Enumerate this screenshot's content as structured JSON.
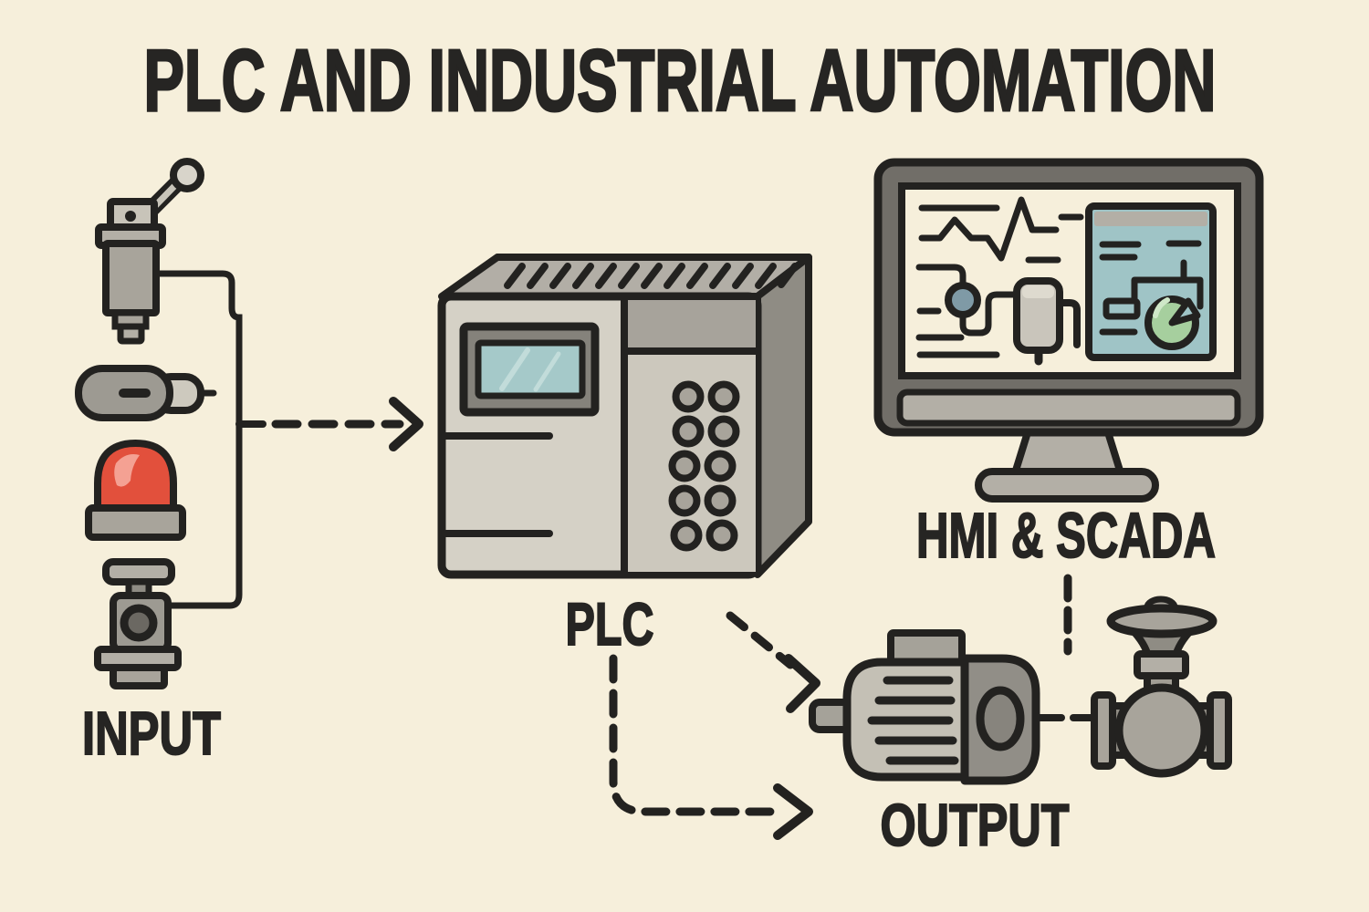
{
  "title": "PLC AND INDUSTRIAL AUTOMATION",
  "labels": {
    "input": "INPUT",
    "plc": "PLC",
    "hmi": "HMI & SCADA",
    "output": "OUTPUT"
  },
  "diagram": {
    "nodes": [
      {
        "id": "input-devices",
        "label": "INPUT",
        "icons": [
          "limit-switch-icon",
          "proximity-sensor-icon",
          "indicator-lamp-icon",
          "manual-valve-icon"
        ]
      },
      {
        "id": "plc-controller",
        "label": "PLC",
        "icons": [
          "plc-controller-icon"
        ]
      },
      {
        "id": "hmi-scada",
        "label": "HMI & SCADA",
        "icons": [
          "hmi-monitor-icon"
        ]
      },
      {
        "id": "output-devices",
        "label": "OUTPUT",
        "icons": [
          "motor-icon",
          "control-valve-icon"
        ]
      }
    ],
    "connections": [
      {
        "from": "input-devices",
        "to": "plc-controller",
        "style": "dashed-arrow"
      },
      {
        "from": "plc-controller",
        "to": "motor",
        "style": "dashed-arrow"
      },
      {
        "from": "plc-controller",
        "to": "output-label",
        "style": "dashed-arrow"
      },
      {
        "from": "hmi-scada",
        "to": "output-devices",
        "style": "dashed-line"
      }
    ]
  },
  "colors": {
    "background": "#f6efdb",
    "ink": "#262523",
    "outline": "#232220",
    "gray_light": "#d5d1c6",
    "gray_panel": "#ccc8bd",
    "gray_mid": "#a8a49b",
    "gray_soft": "#b3afa6",
    "gray_dark": "#8f8c84",
    "gray_deep": "#716e68",
    "screen_teal": "#a5c9c9",
    "window_teal": "#9fc4c6",
    "pie_green": "#a6cf9e",
    "lamp_red": "#e2503c",
    "lamp_red_light": "#f4a193",
    "node_blue": "#7f9aa6",
    "tank_gray": "#c9c5bb",
    "cap_gray": "#918e87",
    "bore_gray": "#87847d"
  }
}
